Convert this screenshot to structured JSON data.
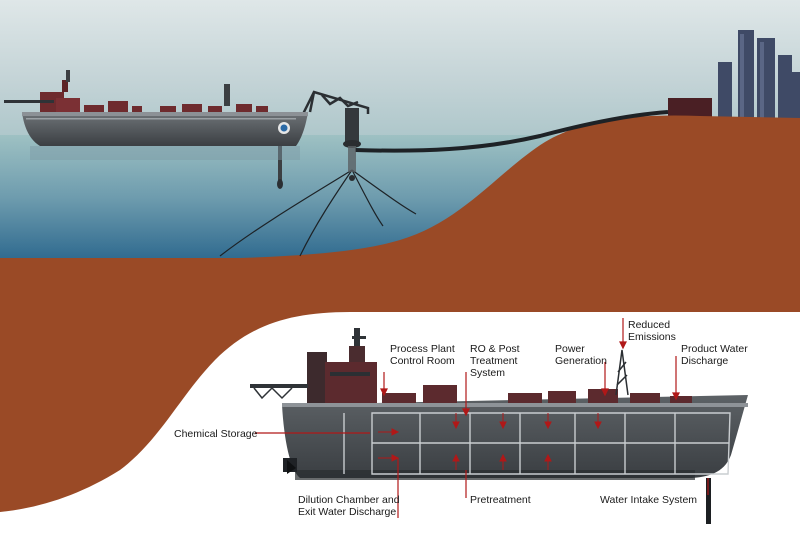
{
  "colors": {
    "sky_top": "#d7e1e2",
    "sea": "#6f9aa8",
    "seabed": "#9a4a26",
    "hull": "#4d5256",
    "hull_light": "#7b8085",
    "deck_box": "#6e2b2e",
    "callout": "#b01818"
  },
  "labels": {
    "process_plant": [
      "Process Plant",
      "Control Room"
    ],
    "ro_post": [
      "RO & Post",
      "Treatment",
      "System"
    ],
    "power": [
      "Power",
      "Generation"
    ],
    "reduced": [
      "Reduced",
      "Emissions"
    ],
    "product_water": [
      "Product Water",
      "Discharge"
    ],
    "chemical_storage": "Chemical Storage",
    "dilution": [
      "Dilution Chamber and",
      "Exit Water Discharge"
    ],
    "pretreatment": "Pretreatment",
    "water_intake": "Water Intake System"
  }
}
